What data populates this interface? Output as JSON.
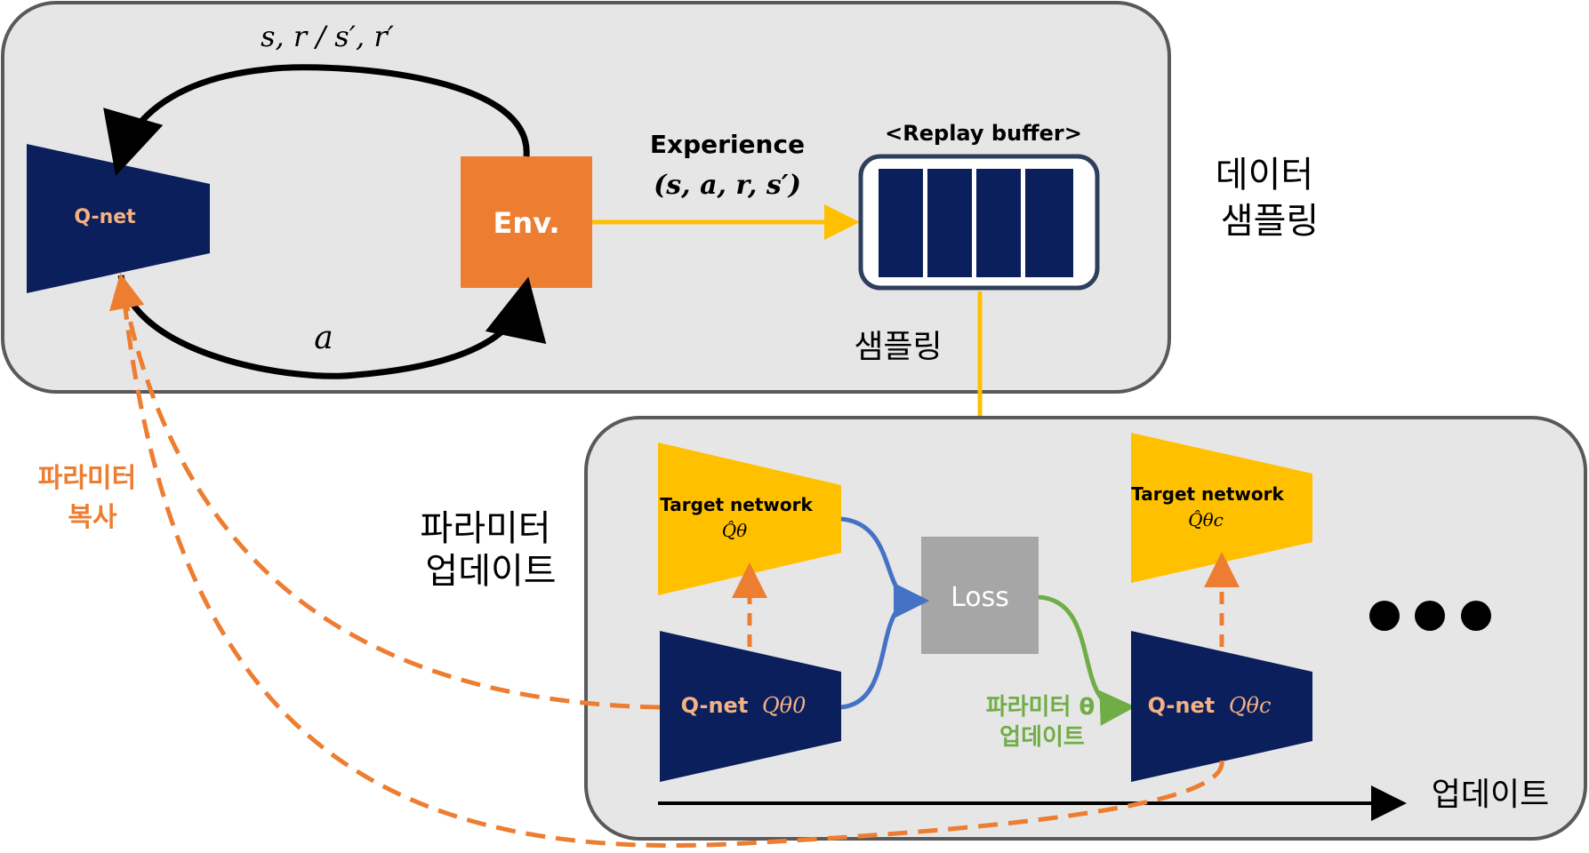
{
  "sampling_panel": {
    "label_line1": "데이터",
    "label_line2": "샘플링",
    "qnet_label": "Q-net",
    "env_label": "Env.",
    "top_arrow_label": "s, r / s′, r′",
    "bottom_arrow_label": "a",
    "experience_label": "Experience",
    "experience_tuple": "(s, a, r, s′)",
    "replay_buffer_label": "<Replay buffer>",
    "replay_buffer_slots": 4,
    "sampling_label": "샘플링"
  },
  "update_panel": {
    "label_line1": "파라미터",
    "label_line2": "업데이트",
    "target_network_label": "Target network",
    "target_q_label": "Q̂θ",
    "target_network_c_label": "Target network",
    "target_q_c_label": "Q̂θc",
    "qnet0_label": "Q-net",
    "qnet0_math": "Qθ0",
    "qnetc_label": "Q-net",
    "qnetc_math": "Qθc",
    "loss_label": "Loss",
    "theta_update_line1": "파라미터 θ",
    "theta_update_line2": "업데이트",
    "timeline_label": "업데이트",
    "ellipsis_dots": 3
  },
  "param_copy": {
    "line1": "파라미터",
    "line2": "복사"
  },
  "colors": {
    "navy": "#0b1f5c",
    "orange": "#ed7d31",
    "yellow": "#ffc000",
    "gray_box": "#a6a6a6",
    "panel_fill": "#e7e6e6",
    "panel_stroke": "#595959",
    "blue_arrow": "#4472c4",
    "green_arrow": "#70ad47"
  }
}
